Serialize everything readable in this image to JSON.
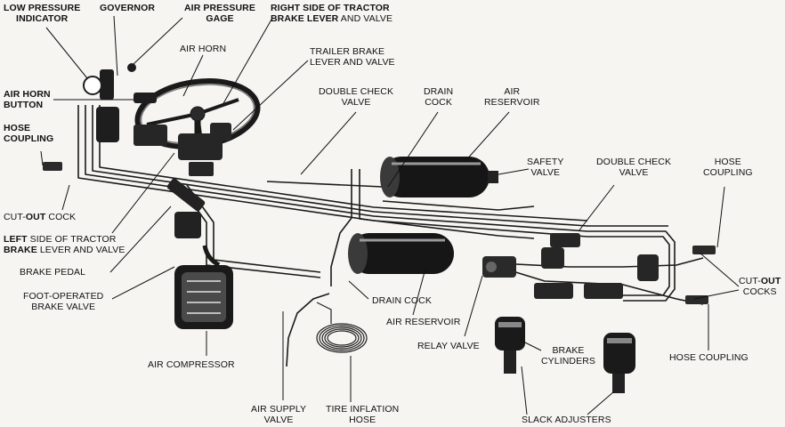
{
  "labels": {
    "low_pressure_indicator": [
      "LOW PRESSURE",
      "INDICATOR"
    ],
    "governor": "GOVERNOR",
    "air_pressure_gage": [
      "AIR PRESSURE",
      "GAGE"
    ],
    "right_brake_lever": [
      "RIGHT SIDE OF TRACTOR",
      "BRAKE LEVER",
      " AND VALVE"
    ],
    "air_horn": "AIR HORN",
    "trailer_brake": [
      "TRAILER BRAKE",
      "LEVER AND VALVE"
    ],
    "air_horn_button": [
      "AIR HORN",
      "BUTTON"
    ],
    "hose_coupling_left": [
      "HOSE",
      "COUPLING"
    ],
    "double_check_valve_top": [
      "DOUBLE CHECK",
      "VALVE"
    ],
    "drain_cock_top": [
      "DRAIN",
      "COCK"
    ],
    "air_reservoir_top": [
      "AIR",
      "RESERVOIR"
    ],
    "safety_valve": [
      "SAFETY",
      "VALVE"
    ],
    "double_check_valve_right": [
      "DOUBLE CHECK",
      "VALVE"
    ],
    "hose_coupling_right_top": [
      "HOSE",
      "COUPLING"
    ],
    "cut_out_cock": [
      "CUT-",
      "OUT",
      " COCK"
    ],
    "left_brake_lever": [
      "LEFT",
      " SIDE OF TRACTOR",
      "BRAKE",
      " LEVER AND VALVE"
    ],
    "brake_pedal": "BRAKE PEDAL",
    "foot_operated_brake_valve": [
      "FOOT-OPERATED",
      "BRAKE VALVE"
    ],
    "cut_out_cocks": [
      "CUT-",
      "OUT",
      "COCKS"
    ],
    "drain_cock_mid": "DRAIN COCK",
    "air_reservoir_mid": "AIR RESERVOIR",
    "relay_valve": "RELAY VALVE",
    "brake_cylinders": [
      "BRAKE",
      "CYLINDERS"
    ],
    "hose_coupling_bottom": "HOSE COUPLING",
    "air_compressor": "AIR COMPRESSOR",
    "air_supply_valve": [
      "AIR SUPPLY",
      "VALVE"
    ],
    "tire_inflation_hose": [
      "TIRE INFLATION",
      "HOSE"
    ],
    "slack_adjusters": "SLACK ADJUSTERS"
  }
}
